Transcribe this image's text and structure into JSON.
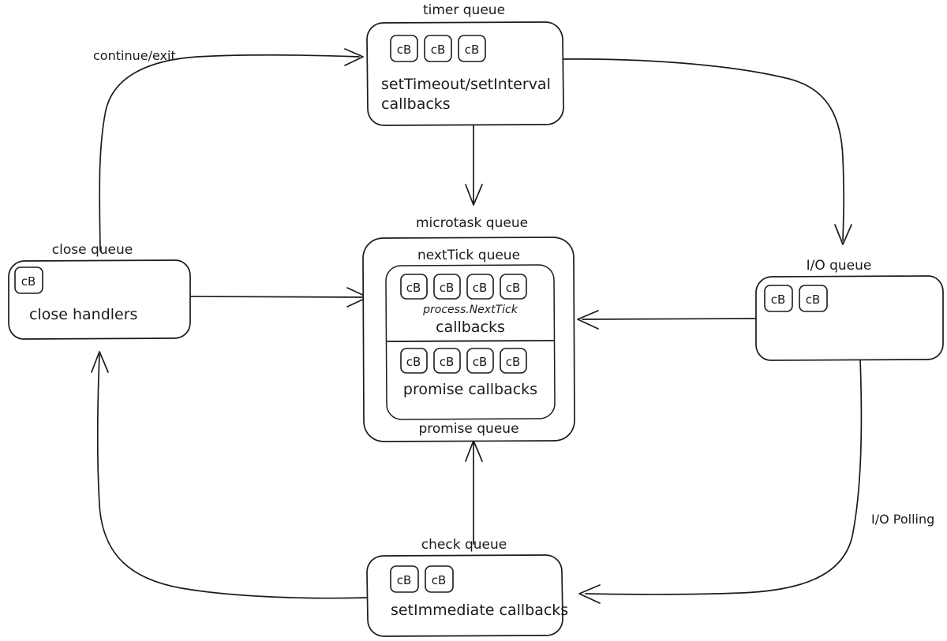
{
  "diagram": {
    "title": "Node.js Event Loop Queues",
    "style": "hand-drawn",
    "background_color": "#ffffff",
    "stroke_color": "#1b1b1f",
    "cb_label": "cB"
  },
  "nodes": {
    "timer": {
      "label": "timer queue",
      "subtitle_line1": "setTimeout/setInterval",
      "subtitle_line2": "callbacks",
      "cb_count": 3
    },
    "close": {
      "label": "close queue",
      "subtitle": "close handlers",
      "cb_count": 1
    },
    "io": {
      "label": "I/O queue",
      "subtitle": "",
      "cb_count": 2
    },
    "check": {
      "label": "check queue",
      "subtitle": "setImmediate callbacks",
      "cb_count": 2
    },
    "microtask": {
      "label": "microtask queue",
      "inner_label_top": "nextTick queue",
      "inner_label_bottom": "promise queue",
      "nexttick": {
        "cb_count": 4,
        "caption_small": "process.NextTick",
        "caption_large": "callbacks"
      },
      "promise": {
        "cb_count": 4,
        "caption": "promise callbacks"
      }
    }
  },
  "edges": [
    {
      "id": "close-to-timer",
      "label": "continue/exit",
      "from": "close queue",
      "to": "timer queue"
    },
    {
      "id": "timer-to-io",
      "label": "",
      "from": "timer queue",
      "to": "I/O queue"
    },
    {
      "id": "timer-to-microtask",
      "label": "",
      "from": "timer queue",
      "to": "microtask queue"
    },
    {
      "id": "close-to-microtask",
      "label": "",
      "from": "close queue",
      "to": "microtask queue"
    },
    {
      "id": "io-to-microtask",
      "label": "",
      "from": "I/O queue",
      "to": "microtask queue"
    },
    {
      "id": "check-to-microtask",
      "label": "",
      "from": "check queue",
      "to": "microtask queue"
    },
    {
      "id": "io-to-check",
      "label": "I/O Polling",
      "from": "I/O queue",
      "to": "check queue"
    },
    {
      "id": "check-to-close",
      "label": "",
      "from": "check queue",
      "to": "close queue"
    }
  ]
}
